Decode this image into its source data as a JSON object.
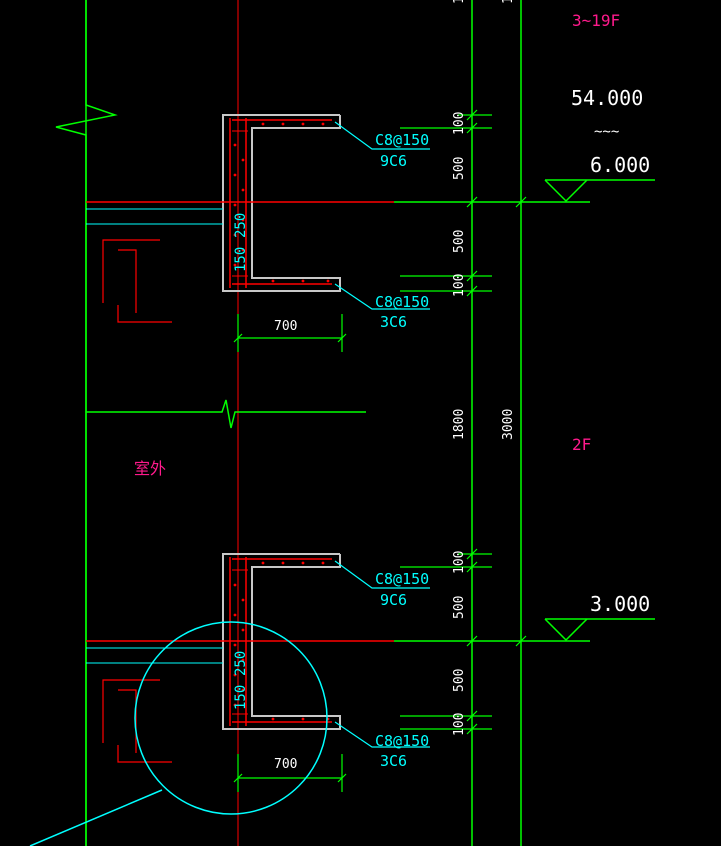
{
  "drawing": {
    "floor_range_label": "3~19F",
    "floor_label": "2F",
    "side_label": "室外",
    "elevations": [
      "54.000",
      "6.000",
      "3.000"
    ],
    "elevation_wavy": "~~~",
    "upper_bracket": {
      "top_rebar": [
        "C8@150",
        "9C6"
      ],
      "bottom_rebar": [
        "C8@150",
        "3C6"
      ],
      "width": "700",
      "slab_dim_a": "150",
      "slab_dim_b": "250"
    },
    "lower_bracket": {
      "top_rebar": [
        "C8@150",
        "9C6"
      ],
      "bottom_rebar": [
        "C8@150",
        "3C6"
      ],
      "width": "700",
      "slab_dim_a": "150",
      "slab_dim_b": "250"
    },
    "vertical_dims_upper": [
      "100",
      "500",
      "500",
      "100"
    ],
    "vertical_dims_middle": [
      "1800",
      "3000"
    ],
    "vertical_dims_lower": [
      "100",
      "500",
      "500",
      "100"
    ],
    "top_cut_labels": [
      "1",
      "1"
    ],
    "colors": {
      "background": "#000000",
      "green": "#00ff00",
      "red": "#ff0000",
      "cyan": "#00ffff",
      "white": "#ffffff",
      "gray": "#c8c8c8",
      "magenta": "#ff1a8c"
    }
  }
}
